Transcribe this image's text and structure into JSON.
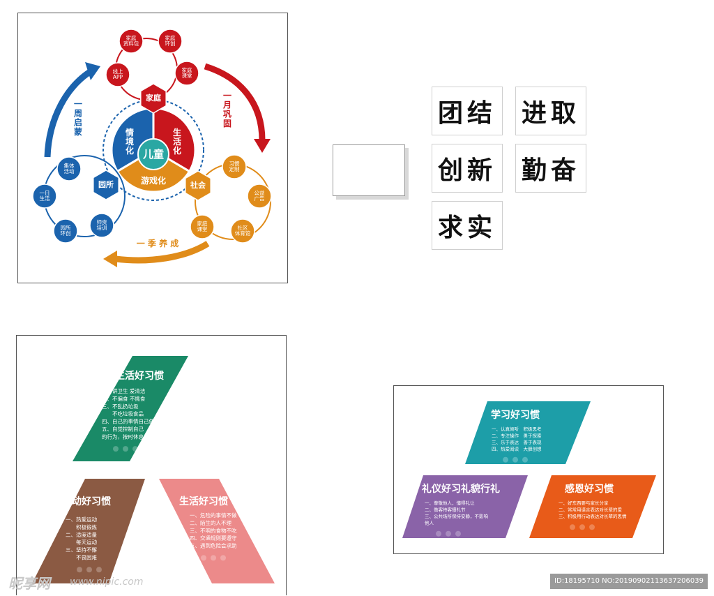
{
  "cycle": {
    "center": "儿童",
    "segments": [
      "情境化",
      "生活化",
      "游戏化"
    ],
    "hubs": {
      "family": "家庭",
      "school": "园所",
      "society": "社会"
    },
    "family_items": [
      "线上\nAPP",
      "家庭\n资料包",
      "家庭\n环创",
      "家庭\n课堂"
    ],
    "school_items": [
      "集体\n活动",
      "一日\n生活",
      "园所\n环创",
      "师资\n培训"
    ],
    "society_items": [
      "习惯\n定制",
      "公益\n广告",
      "社区\n体育馆",
      "家庭\n课堂"
    ],
    "arrows": {
      "left": "一周启蒙",
      "right": "一月巩固",
      "bottom": "一季养成"
    },
    "colors": {
      "blue": "#1b63ad",
      "red": "#c8161d",
      "orange": "#e08c1a",
      "teal": "#2aa7a3"
    }
  },
  "tiles": [
    "团结",
    "进取",
    "创新",
    "勤奋",
    "求实"
  ],
  "life_panel": {
    "boards": [
      {
        "title": "生活好习惯",
        "color": "#1a8a67",
        "lines": [
          "一、讲卫生 爱清洁",
          "二、不偏食 不挑食",
          "三、不乱扔垃圾",
          "　　不吃垃圾食品",
          "四、自己的事情自己做",
          "五、自觉控制自己",
          "的行为，按时休息"
        ]
      },
      {
        "title": "运动好习惯",
        "color": "#8b5a43",
        "lines": [
          "一、热爱运动",
          "　　积极锻炼",
          "二、适度适量",
          "　　每天运动",
          "三、坚持不懈",
          "　　不畏困难"
        ]
      },
      {
        "title": "生活好习惯",
        "color": "#ec8a8a",
        "lines": [
          "一、危险的事情不做",
          "二、陌生的人不理",
          "三、不明的食物不吃",
          "四、交通规则要遵守",
          "五、遇到危险会求助"
        ]
      }
    ]
  },
  "study_panel": {
    "boards": [
      {
        "title": "学习好习惯",
        "color": "#1d9ea8",
        "lines": [
          "一、认真倾听　积极思考",
          "二、专注操作　勇于探索",
          "三、乐于表达　善于表现",
          "四、热爱阅读　大胆创想"
        ]
      },
      {
        "title": "礼仪好习礼貌行礼",
        "color": "#8a63a8",
        "lines": [
          "一、尊敬他人，懂得礼让",
          "二、做客待客懂礼节",
          "三、公共场所保持安静，不影响",
          "他人"
        ]
      },
      {
        "title": "感恩好习惯",
        "color": "#e85b19",
        "lines": [
          "一、好东西要与家长分享",
          "二、常常用语言表达对长辈的爱",
          "三、积极用行动表达对长辈的思情"
        ]
      }
    ]
  },
  "watermark": {
    "logo": "昵享网",
    "url": "www.nipic.com",
    "id": "ID:18195710 NO:20190902113637206039"
  }
}
